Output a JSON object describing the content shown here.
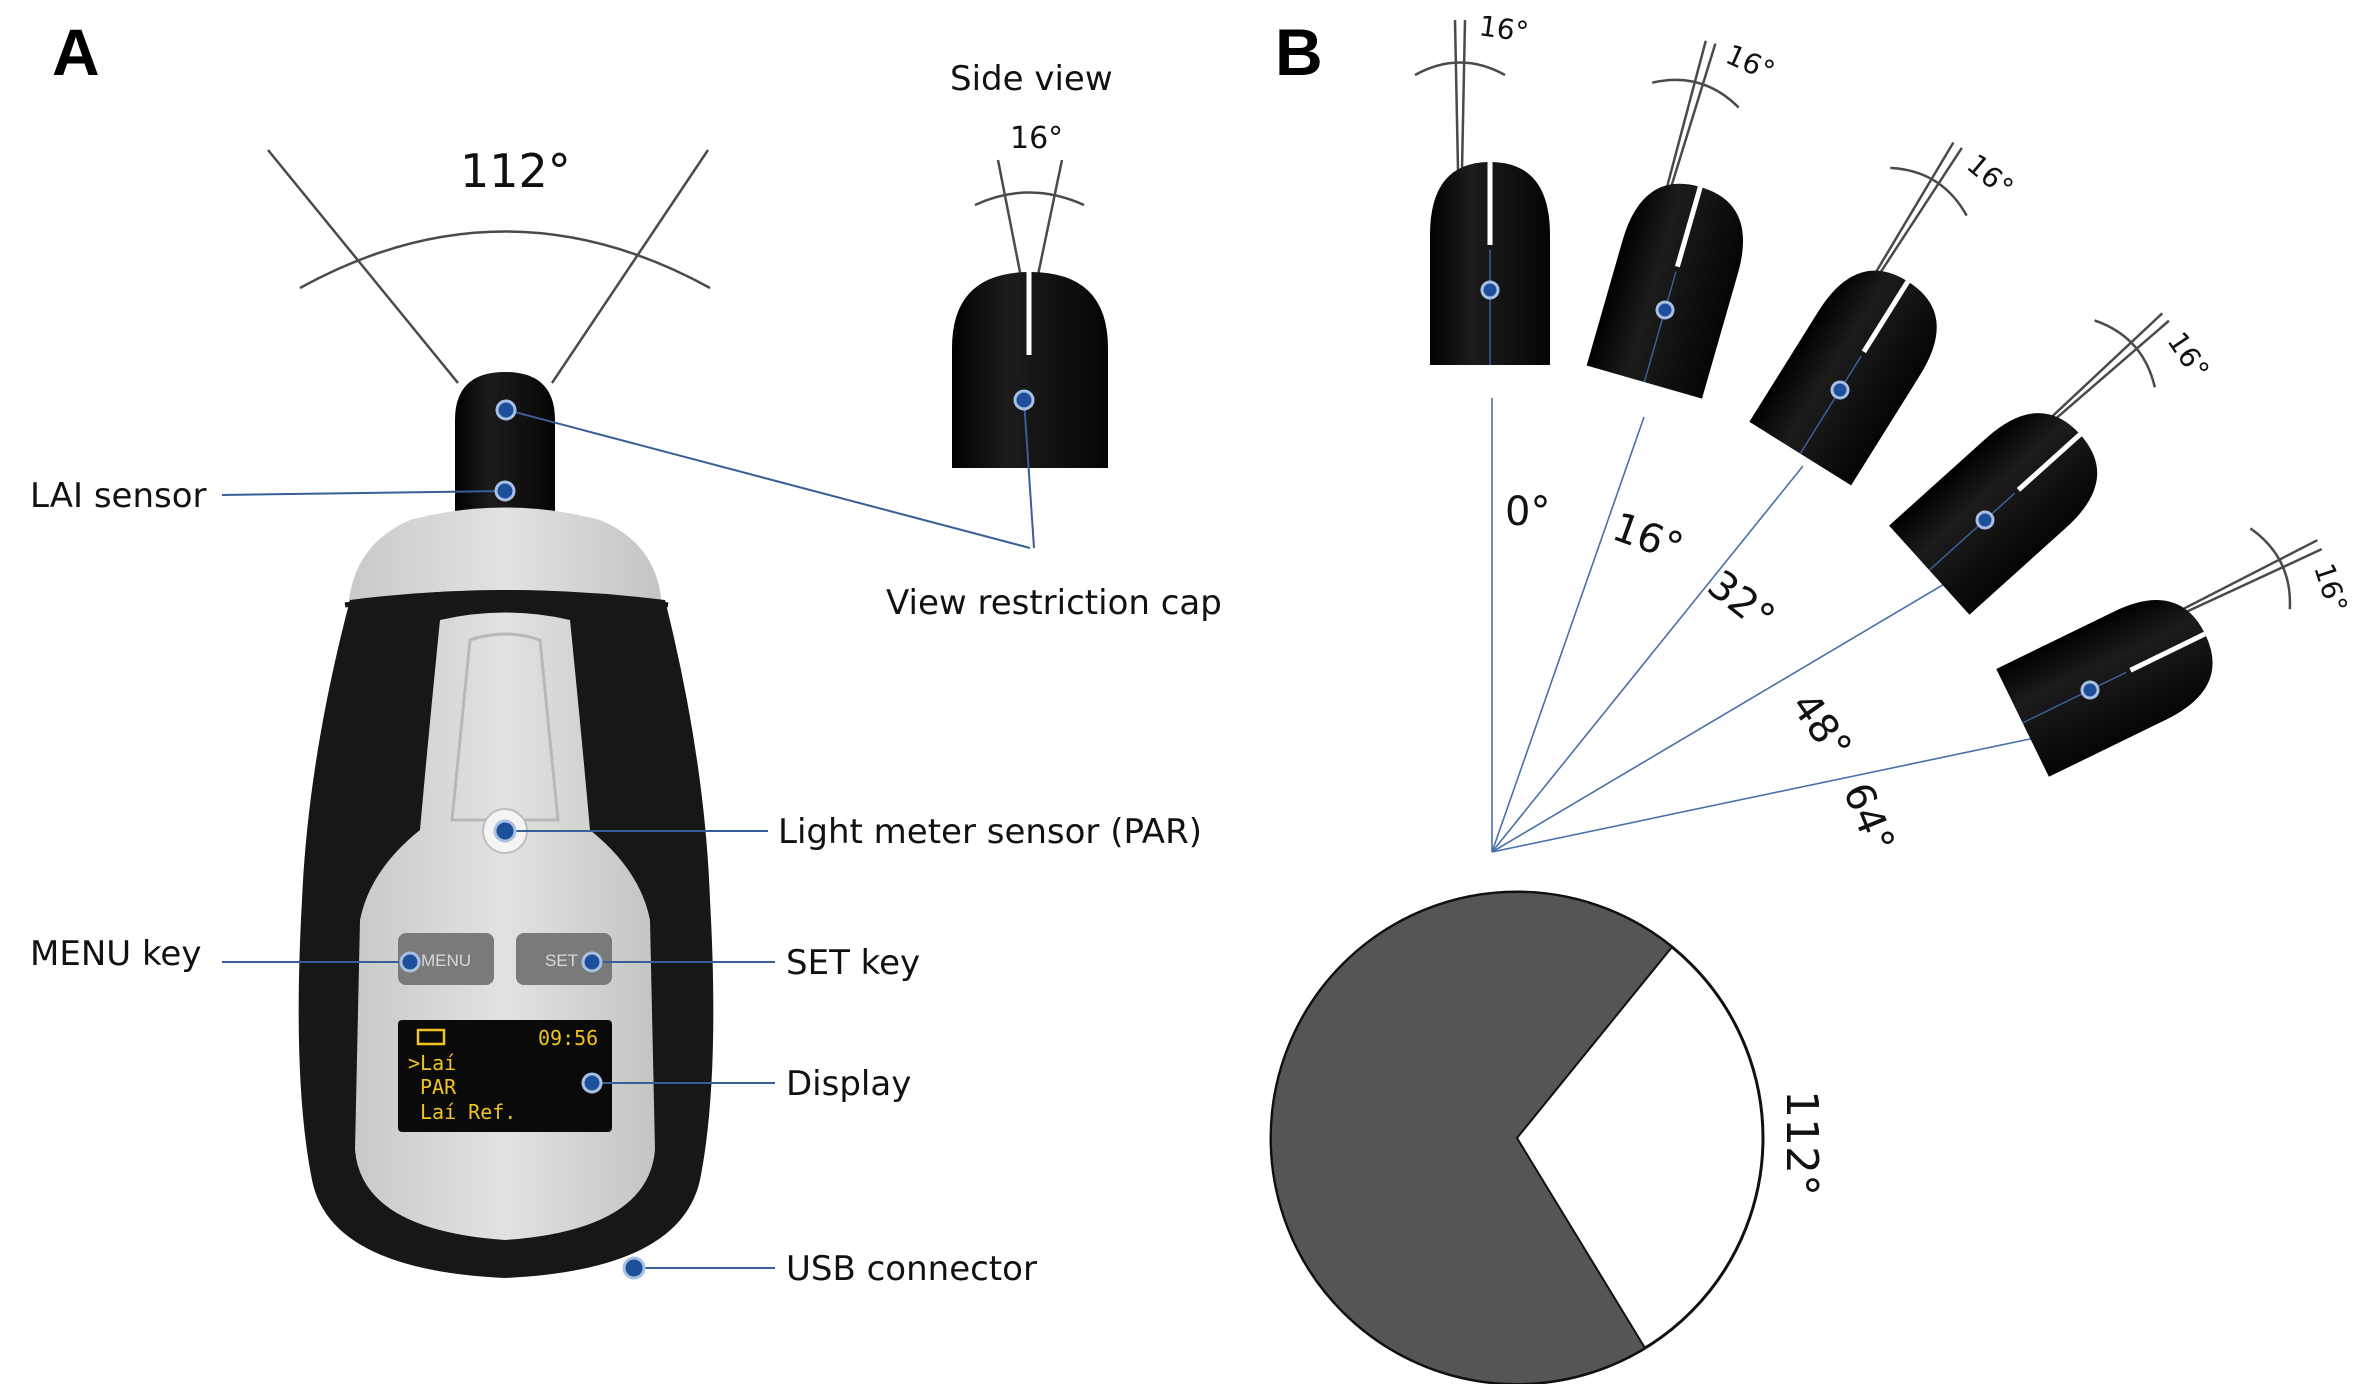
{
  "panel_a": {
    "letter": "A",
    "fov_angle": "112°",
    "side_view_title": "Side view",
    "side_view_angle": "16°",
    "labels": {
      "lai_sensor": "LAI sensor",
      "view_restriction_cap": "View restriction cap",
      "light_meter_sensor": "Light meter sensor (PAR)",
      "menu_key": "MENU key",
      "set_key": "SET key",
      "display": "Display",
      "usb_connector": "USB connector"
    },
    "device": {
      "menu_button": "MENU",
      "set_button": "SET",
      "screen_time": "09:56",
      "screen_lines": [
        ">Laí",
        "PAR",
        "Laí Ref."
      ]
    }
  },
  "panel_b": {
    "letter": "B",
    "cap_angle": "16°",
    "tilt_angles": [
      "0°",
      "16°",
      "32°",
      "48°",
      "64°"
    ],
    "circle_angle": "112°"
  },
  "colors": {
    "leader_line": "#3a5f96",
    "dot": "#1e4f9a",
    "cap": "#0d0d0d",
    "body_gray": "#d4d4d2",
    "grip_black": "#1a1a1a",
    "sector_gray": "#555555",
    "lcd_text": "#f0c420"
  }
}
